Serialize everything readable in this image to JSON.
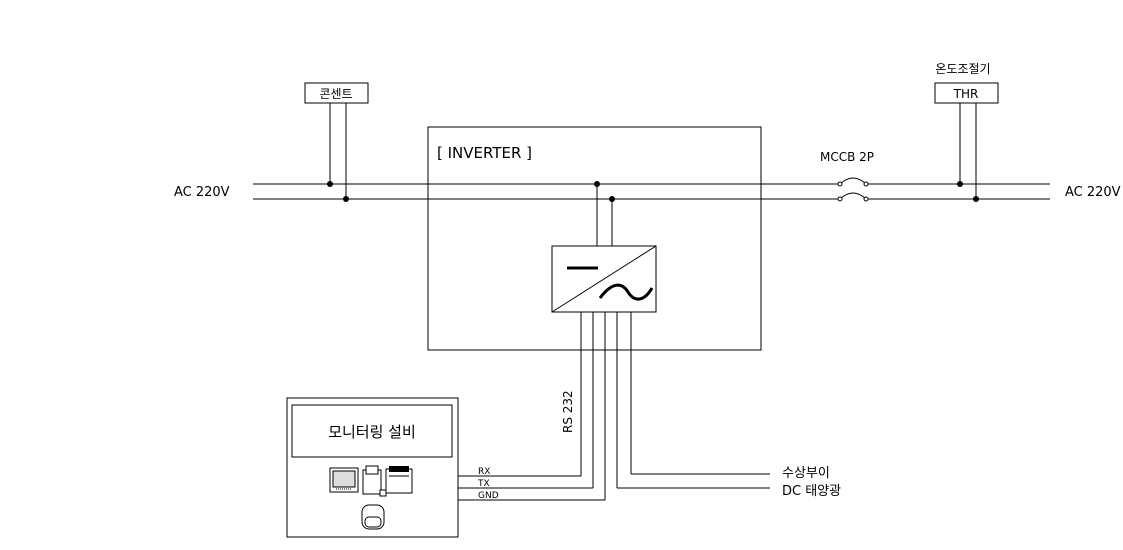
{
  "labels": {
    "ac_left": "AC 220V",
    "ac_right": "AC 220V",
    "outlet": "콘센트",
    "inverter": "[ INVERTER ]",
    "mccb": "MCCB 2P",
    "thermostat_title": "온도조절기",
    "thermostat": "THR",
    "monitoring": "모니터링 설비",
    "rs232": "RS 232",
    "rx": "RX",
    "tx": "TX",
    "gnd": "GND",
    "floating_pv_line1": "수상부이",
    "floating_pv_line2": "DC 태양광"
  },
  "colors": {
    "line": "#000000",
    "background": "#ffffff"
  }
}
